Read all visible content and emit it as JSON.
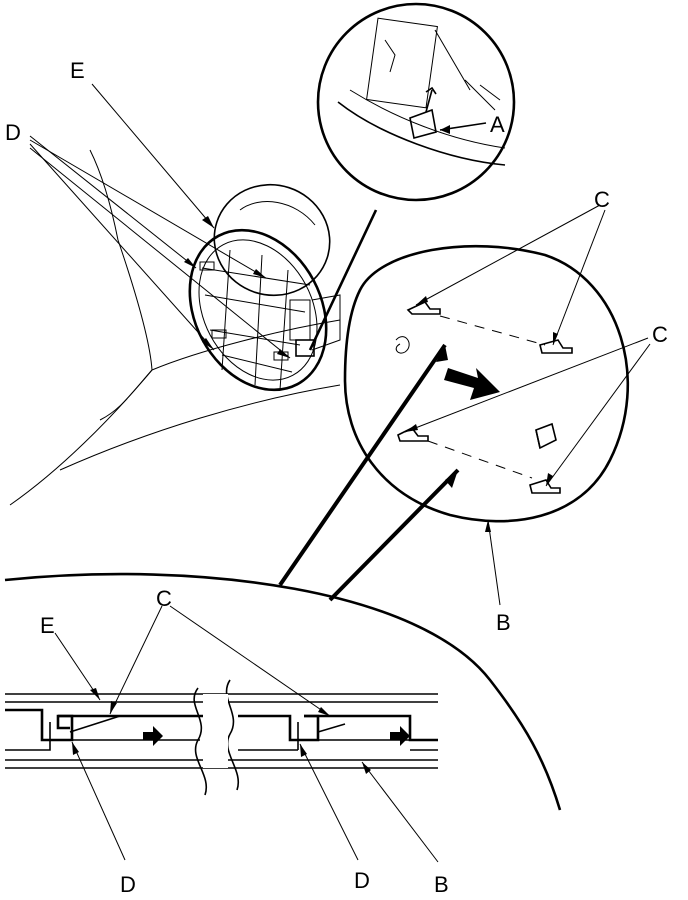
{
  "callouts": {
    "A": "A",
    "B": "B",
    "C": "C",
    "D": "D",
    "E": "E"
  },
  "colors": {
    "ink": "#000000",
    "paper": "#ffffff",
    "ghost": "#888888"
  },
  "icons": {
    "arrow_large": "right-arrow-icon",
    "arrow_small": "right-arrow-icon",
    "break_mark": "break-line-icon"
  }
}
